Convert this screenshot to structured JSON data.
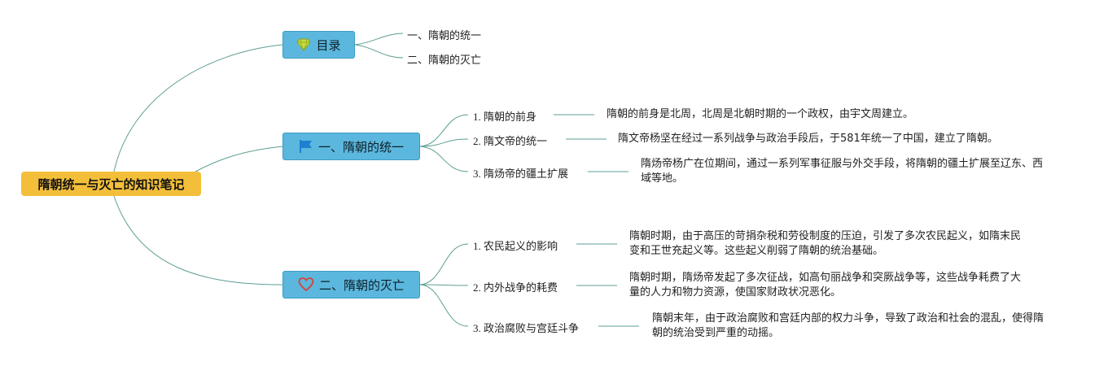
{
  "root": {
    "title": "隋朝统一与灭亡的知识笔记"
  },
  "topics": [
    {
      "title": "目录",
      "icon": "diamond-icon",
      "items": [
        "一、隋朝的统一",
        "二、隋朝的灭亡"
      ]
    },
    {
      "title": "一、隋朝的统一",
      "icon": "flag-icon",
      "items": [
        {
          "label": "1. 隋朝的前身",
          "text": "隋朝的前身是北周，北周是北朝时期的一个政权，由宇文周建立。"
        },
        {
          "label": "2. 隋文帝的统一",
          "text": "隋文帝杨坚在经过一系列战争与政治手段后，于581年统一了中国，建立了隋朝。"
        },
        {
          "label": "3. 隋炀帝的疆土扩展",
          "text": "隋炀帝杨广在位期间，通过一系列军事征服与外交手段，将隋朝的疆土扩展至辽东、西域等地。"
        }
      ]
    },
    {
      "title": "二、隋朝的灭亡",
      "icon": "heart-icon",
      "items": [
        {
          "label": "1. 农民起义的影响",
          "text": "隋朝时期，由于高压的苛捐杂税和劳役制度的压迫，引发了多次农民起义，如隋末民变和王世充起义等。这些起义削弱了隋朝的统治基础。"
        },
        {
          "label": "2. 内外战争的耗费",
          "text": "隋朝时期，隋炀帝发起了多次征战，如高句丽战争和突厥战争等，这些战争耗费了大量的人力和物力资源，使国家财政状况恶化。"
        },
        {
          "label": "3. 政治腐败与宫廷斗争",
          "text": "隋朝末年，由于政治腐败和宫廷内部的权力斗争，导致了政治和社会的混乱，使得隋朝的统治受到严重的动摇。"
        }
      ]
    }
  ],
  "colors": {
    "root_fill": "#f3bf3a",
    "topic_fill": "#5bb7dd",
    "link": "#5d9e94",
    "diamond": "#c8dc3c",
    "flag": "#1f7fd1",
    "heart": "#d9423a"
  }
}
